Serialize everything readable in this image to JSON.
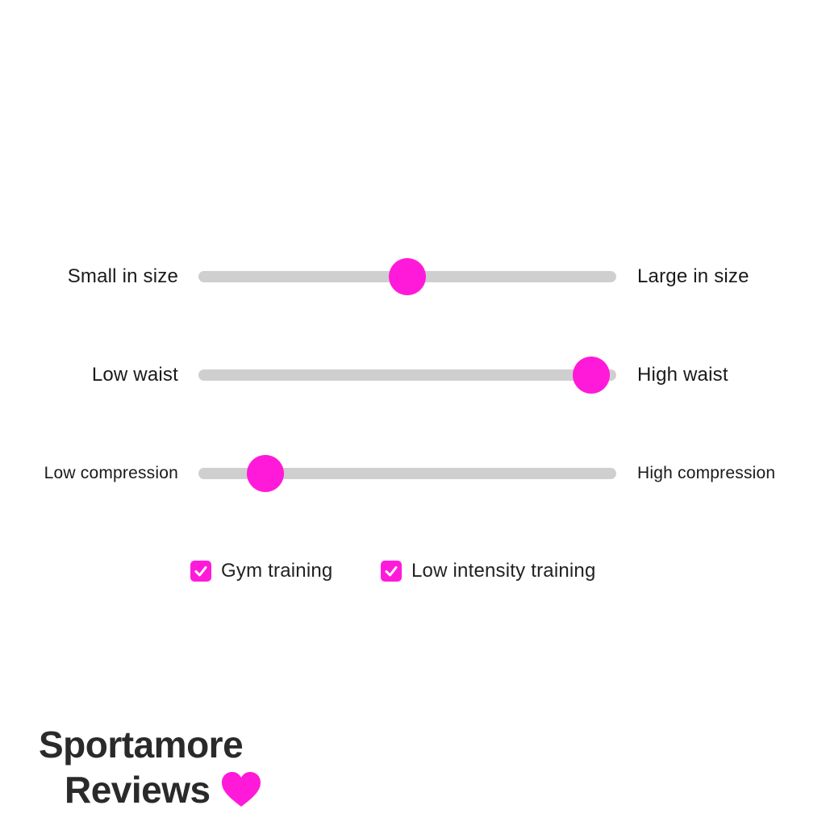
{
  "accent_color": "#ff1ad9",
  "track_color": "#cfcfcf",
  "sliders": [
    {
      "left_label": "Small in size",
      "right_label": "Large in size",
      "value": 0.5
    },
    {
      "left_label": "Low waist",
      "right_label": "High waist",
      "value": 0.94
    },
    {
      "left_label": "Low compression",
      "right_label": "High compression",
      "value": 0.16
    }
  ],
  "checkboxes": [
    {
      "label": "Gym training",
      "checked": true
    },
    {
      "label": "Low intensity training",
      "checked": true
    }
  ],
  "brand": {
    "line1": "Sportamore",
    "line2": "Reviews",
    "icon": "heart-icon"
  }
}
